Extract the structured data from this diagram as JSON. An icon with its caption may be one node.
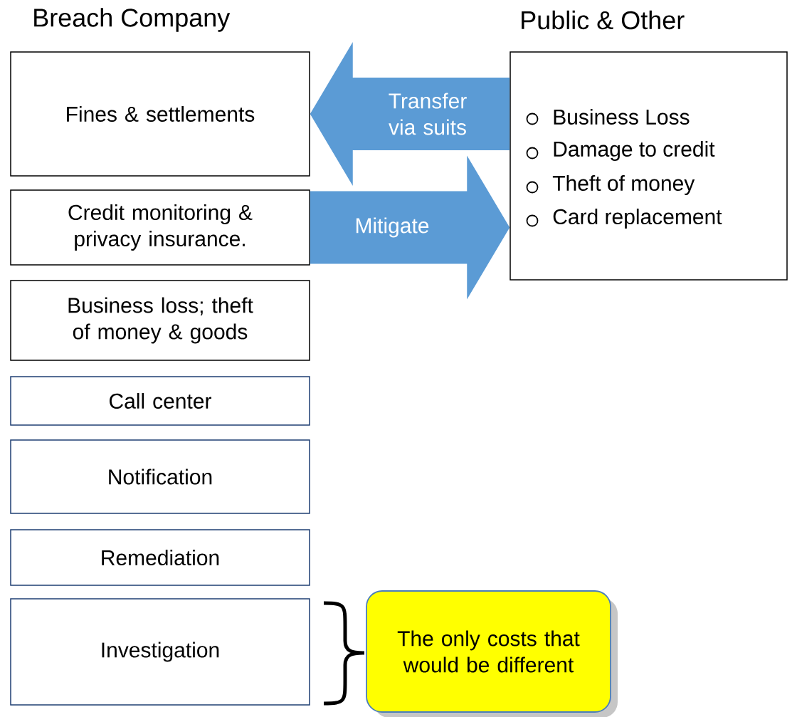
{
  "diagram": {
    "nodes": [
      {
        "text": [
          "Fines & settlements"
        ]
      },
      {
        "text": [
          "Credit monitoring & privacy insurance."
        ]
      },
      {
        "text": [
          "Business loss; theft of money & goods"
        ]
      },
      {
        "text": [
          "Call center"
        ]
      },
      {
        "text": [
          "Notification"
        ]
      },
      {
        "text": [
          "Remediation"
        ]
      },
      {
        "text": [
          "Investigation"
        ]
      },
      {
        "text": [
          "Public & Other",
          "Business Loss",
          "Damage to credit",
          "Theft of money",
          "Card replacement"
        ]
      },
      {
        "text": [
          "The only costs that would be different"
        ]
      }
    ],
    "edges": [
      {
        "from": 7,
        "to": 0,
        "arrow": "to",
        "label": "Transfer via suits"
      },
      {
        "from": 1,
        "to": 7,
        "arrow": "to",
        "label": "Mitigate"
      }
    ],
    "labels": [
      "Breach Company"
    ]
  }
}
